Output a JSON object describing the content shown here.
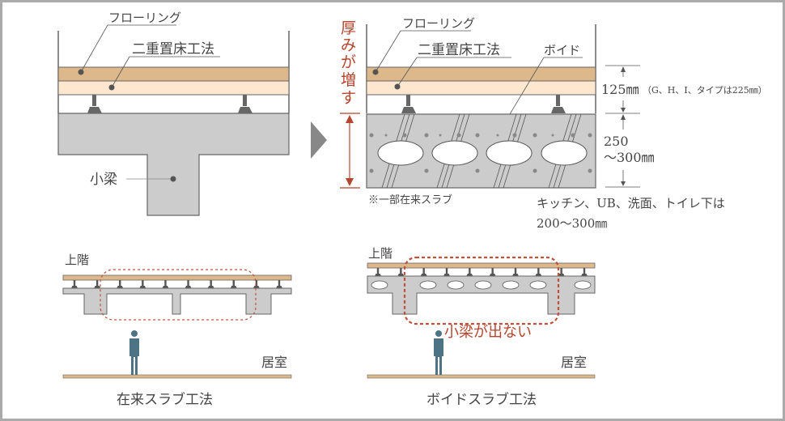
{
  "colors": {
    "flooring": "#dcb88a",
    "double_floor": "#fde8cf",
    "concrete": "#cccccc",
    "outline": "#666666",
    "accent_red": "#b5452e",
    "dashed_red": "#c0503a",
    "person": "#4d7484",
    "arrow_gray": "#888888"
  },
  "left_top": {
    "label_flooring": "フローリング",
    "label_double_floor": "二重置床工法",
    "label_beam": "小梁"
  },
  "right_top": {
    "label_flooring": "フローリング",
    "label_double_floor": "二重置床工法",
    "label_void": "ボイド",
    "thickness_label_chars": [
      "厚",
      "み",
      "が",
      "増",
      "す"
    ],
    "note_partial": "※一部在来スラブ",
    "dim_upper": "125㎜",
    "dim_upper_note": "（G、H、I、タイプは225㎜）",
    "dim_lower_line1": "250",
    "dim_lower_line2": "～300㎜",
    "note_kitchen_line1": "キッチン、UB、洗面、トイレ下は",
    "note_kitchen_line2": "200～300㎜"
  },
  "left_bottom": {
    "label_upper_floor": "上階",
    "label_room": "居室",
    "caption": "在来スラブ工法"
  },
  "right_bottom": {
    "label_upper_floor": "上階",
    "label_room": "居室",
    "callout": "小梁が出ない",
    "caption": "ボイドスラブ工法"
  }
}
